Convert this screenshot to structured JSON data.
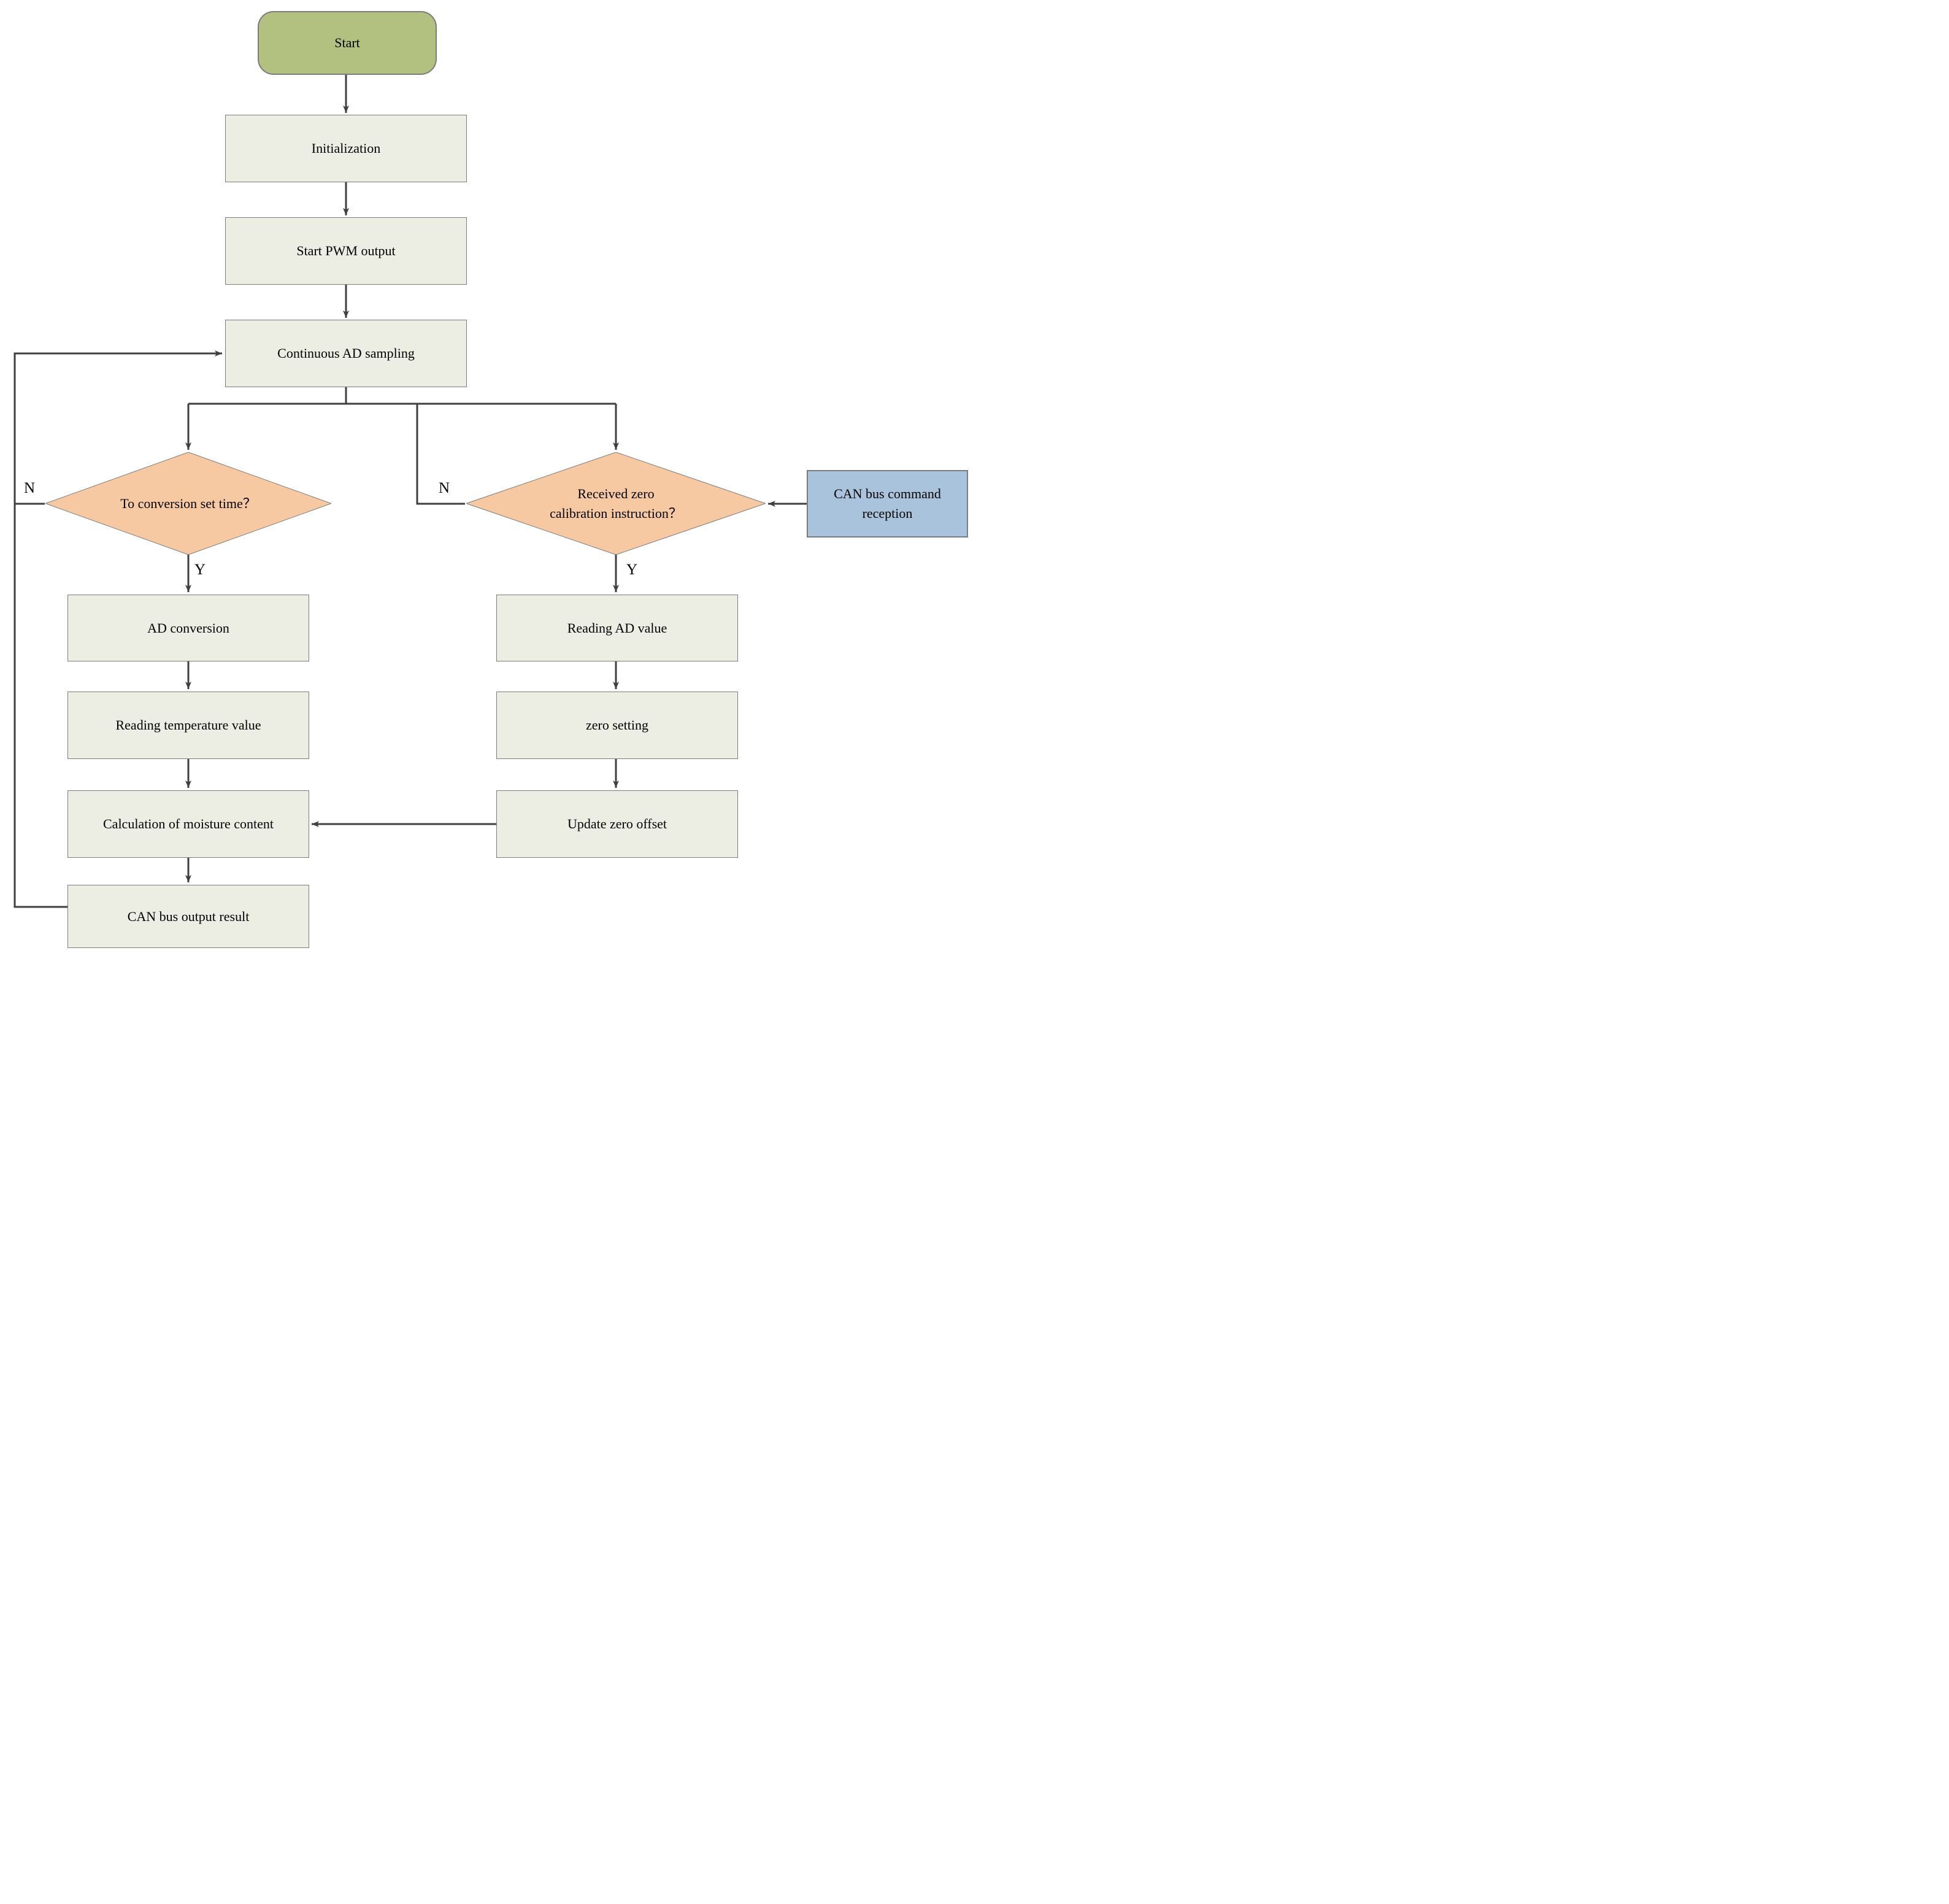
{
  "diagram_type": "flowchart",
  "nodes": {
    "start": {
      "label": "Start",
      "shape": "rounded-terminator"
    },
    "initialization": {
      "label": "Initialization",
      "shape": "process"
    },
    "start_pwm_output": {
      "label": "Start PWM output",
      "shape": "process"
    },
    "continuous_ad_sampling": {
      "label": "Continuous AD sampling",
      "shape": "process"
    },
    "conversion_time_decision": {
      "label": "To conversion set time？",
      "shape": "decision"
    },
    "zero_calibration_decision": {
      "label": "Received zero\ncalibration instruction？",
      "shape": "decision"
    },
    "can_bus_command_reception": {
      "label": "CAN bus command\nreception",
      "shape": "input"
    },
    "ad_conversion": {
      "label": "AD conversion",
      "shape": "process"
    },
    "reading_temperature_value": {
      "label": "Reading temperature value",
      "shape": "process"
    },
    "calculation_of_moisture_content": {
      "label": "Calculation of moisture content",
      "shape": "process"
    },
    "can_bus_output_result": {
      "label": "CAN bus output result",
      "shape": "process"
    },
    "reading_ad_value": {
      "label": "Reading AD value",
      "shape": "process"
    },
    "zero_setting": {
      "label": "zero setting",
      "shape": "process"
    },
    "update_zero_offset": {
      "label": "Update zero offset",
      "shape": "process"
    }
  },
  "edges": [
    {
      "from": "start",
      "to": "initialization",
      "label": ""
    },
    {
      "from": "initialization",
      "to": "start_pwm_output",
      "label": ""
    },
    {
      "from": "start_pwm_output",
      "to": "continuous_ad_sampling",
      "label": ""
    },
    {
      "from": "continuous_ad_sampling",
      "to": "conversion_time_decision",
      "label": ""
    },
    {
      "from": "continuous_ad_sampling",
      "to": "zero_calibration_decision",
      "label": ""
    },
    {
      "from": "conversion_time_decision",
      "to": "ad_conversion",
      "label": "Y"
    },
    {
      "from": "conversion_time_decision",
      "to": "continuous_ad_sampling",
      "label": "N"
    },
    {
      "from": "ad_conversion",
      "to": "reading_temperature_value",
      "label": ""
    },
    {
      "from": "reading_temperature_value",
      "to": "calculation_of_moisture_content",
      "label": ""
    },
    {
      "from": "calculation_of_moisture_content",
      "to": "can_bus_output_result",
      "label": ""
    },
    {
      "from": "can_bus_output_result",
      "to": "continuous_ad_sampling",
      "label": ""
    },
    {
      "from": "zero_calibration_decision",
      "to": "reading_ad_value",
      "label": "Y"
    },
    {
      "from": "zero_calibration_decision",
      "to": "continuous_ad_sampling",
      "label": "N"
    },
    {
      "from": "reading_ad_value",
      "to": "zero_setting",
      "label": ""
    },
    {
      "from": "zero_setting",
      "to": "update_zero_offset",
      "label": ""
    },
    {
      "from": "update_zero_offset",
      "to": "calculation_of_moisture_content",
      "label": ""
    },
    {
      "from": "can_bus_command_reception",
      "to": "zero_calibration_decision",
      "label": ""
    }
  ],
  "colors": {
    "terminator_fill": "#b2c080",
    "process_fill": "#eceee3",
    "decision_fill": "#f6c9a2",
    "io_fill": "#a9c3dd",
    "shape_border": "#7c7c7c",
    "connector": "#3f3f3f",
    "text": "#000000",
    "background": "#ffffff"
  }
}
